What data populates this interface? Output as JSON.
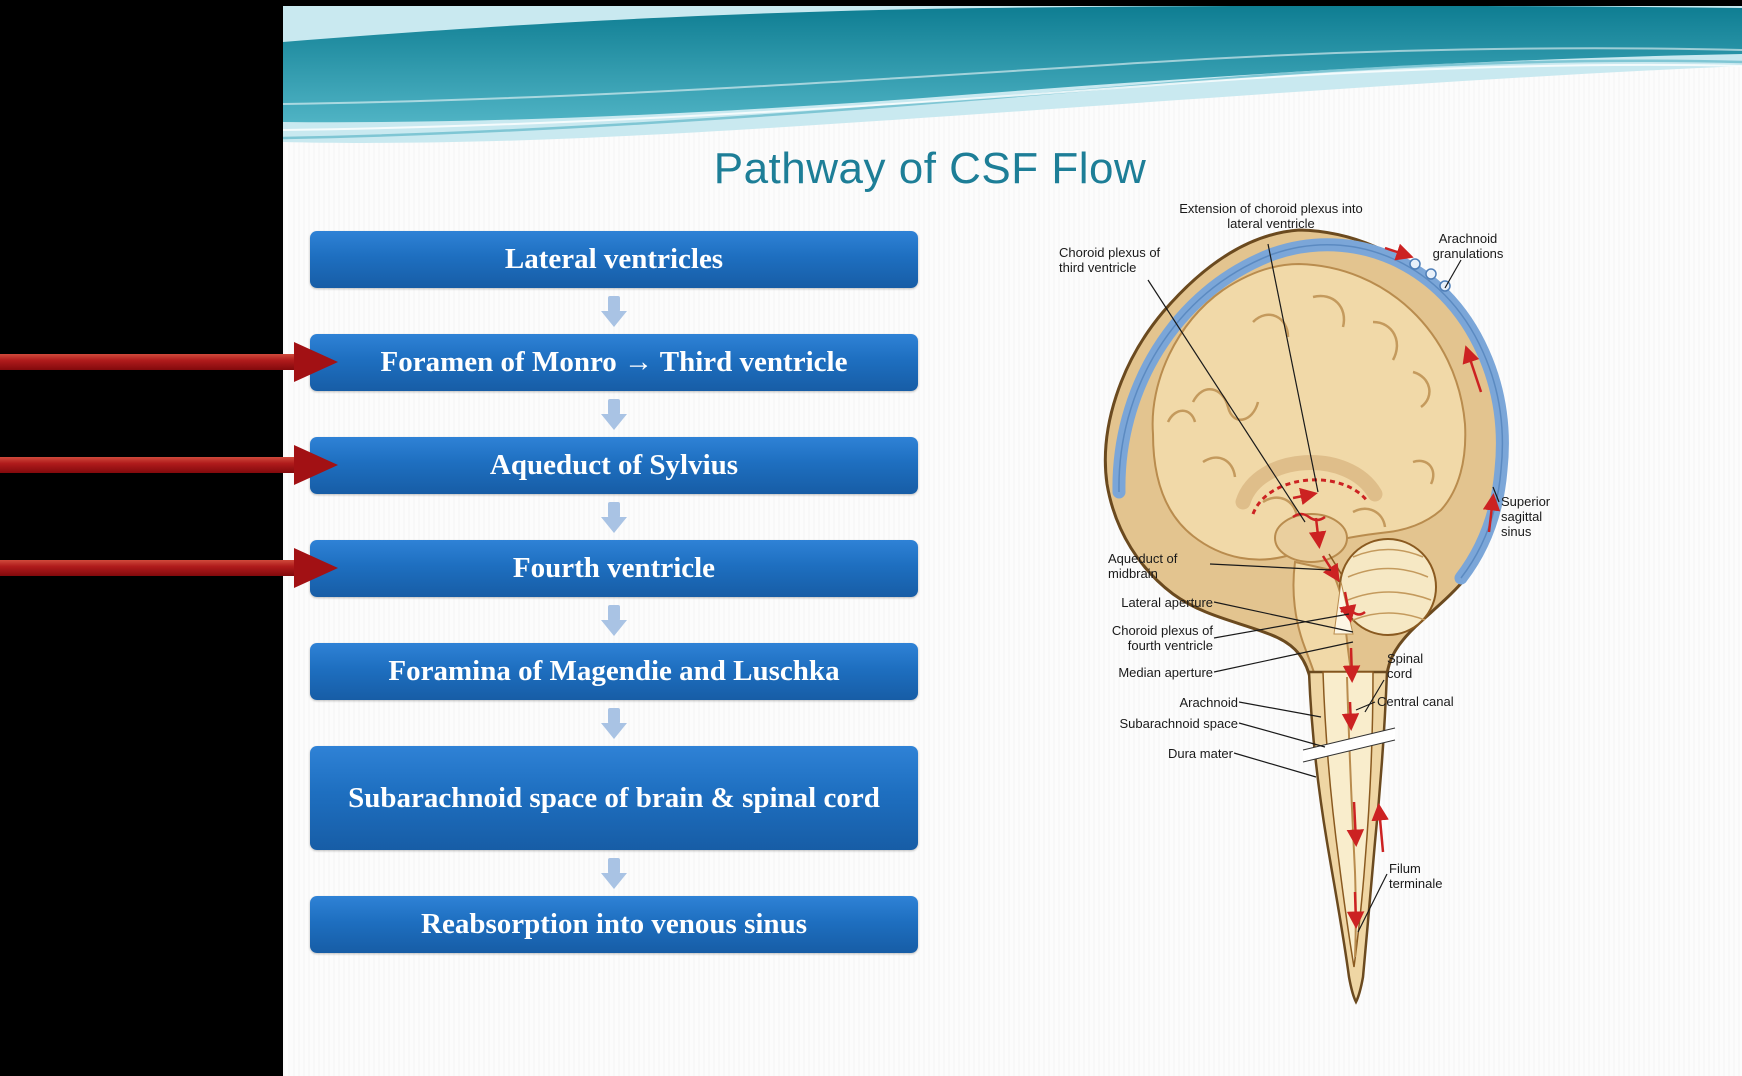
{
  "slide": {
    "title": "Pathway of CSF Flow"
  },
  "flowchart": {
    "steps": [
      "Lateral ventricles",
      "Foramen of Monro → Third ventricle",
      "Aqueduct of Sylvius",
      "Fourth ventricle",
      "Foramina of Magendie and Luschka",
      "Subarachnoid space of brain & spinal cord",
      "Reabsorption into venous sinus"
    ],
    "box_color": "#1e6fc0",
    "connector_color": "#a9c3e4"
  },
  "pointer_arrows": {
    "count": 3,
    "color": "#a21114"
  },
  "theme": {
    "wave_teal": "#117d93",
    "title_color": "#1d7e97",
    "slide_background": "#fcfcfc",
    "page_background": "#000000"
  },
  "diagram": {
    "labels": [
      "Extension of choroid plexus into lateral ventricle",
      "Choroid plexus of third ventricle",
      "Arachnoid granulations",
      "Superior sagittal sinus",
      "Aqueduct of midbrain",
      "Lateral aperture",
      "Choroid plexus of fourth ventricle",
      "Median aperture",
      "Arachnoid",
      "Subarachnoid space",
      "Dura mater",
      "Spinal cord",
      "Central canal",
      "Filum terminale"
    ]
  }
}
